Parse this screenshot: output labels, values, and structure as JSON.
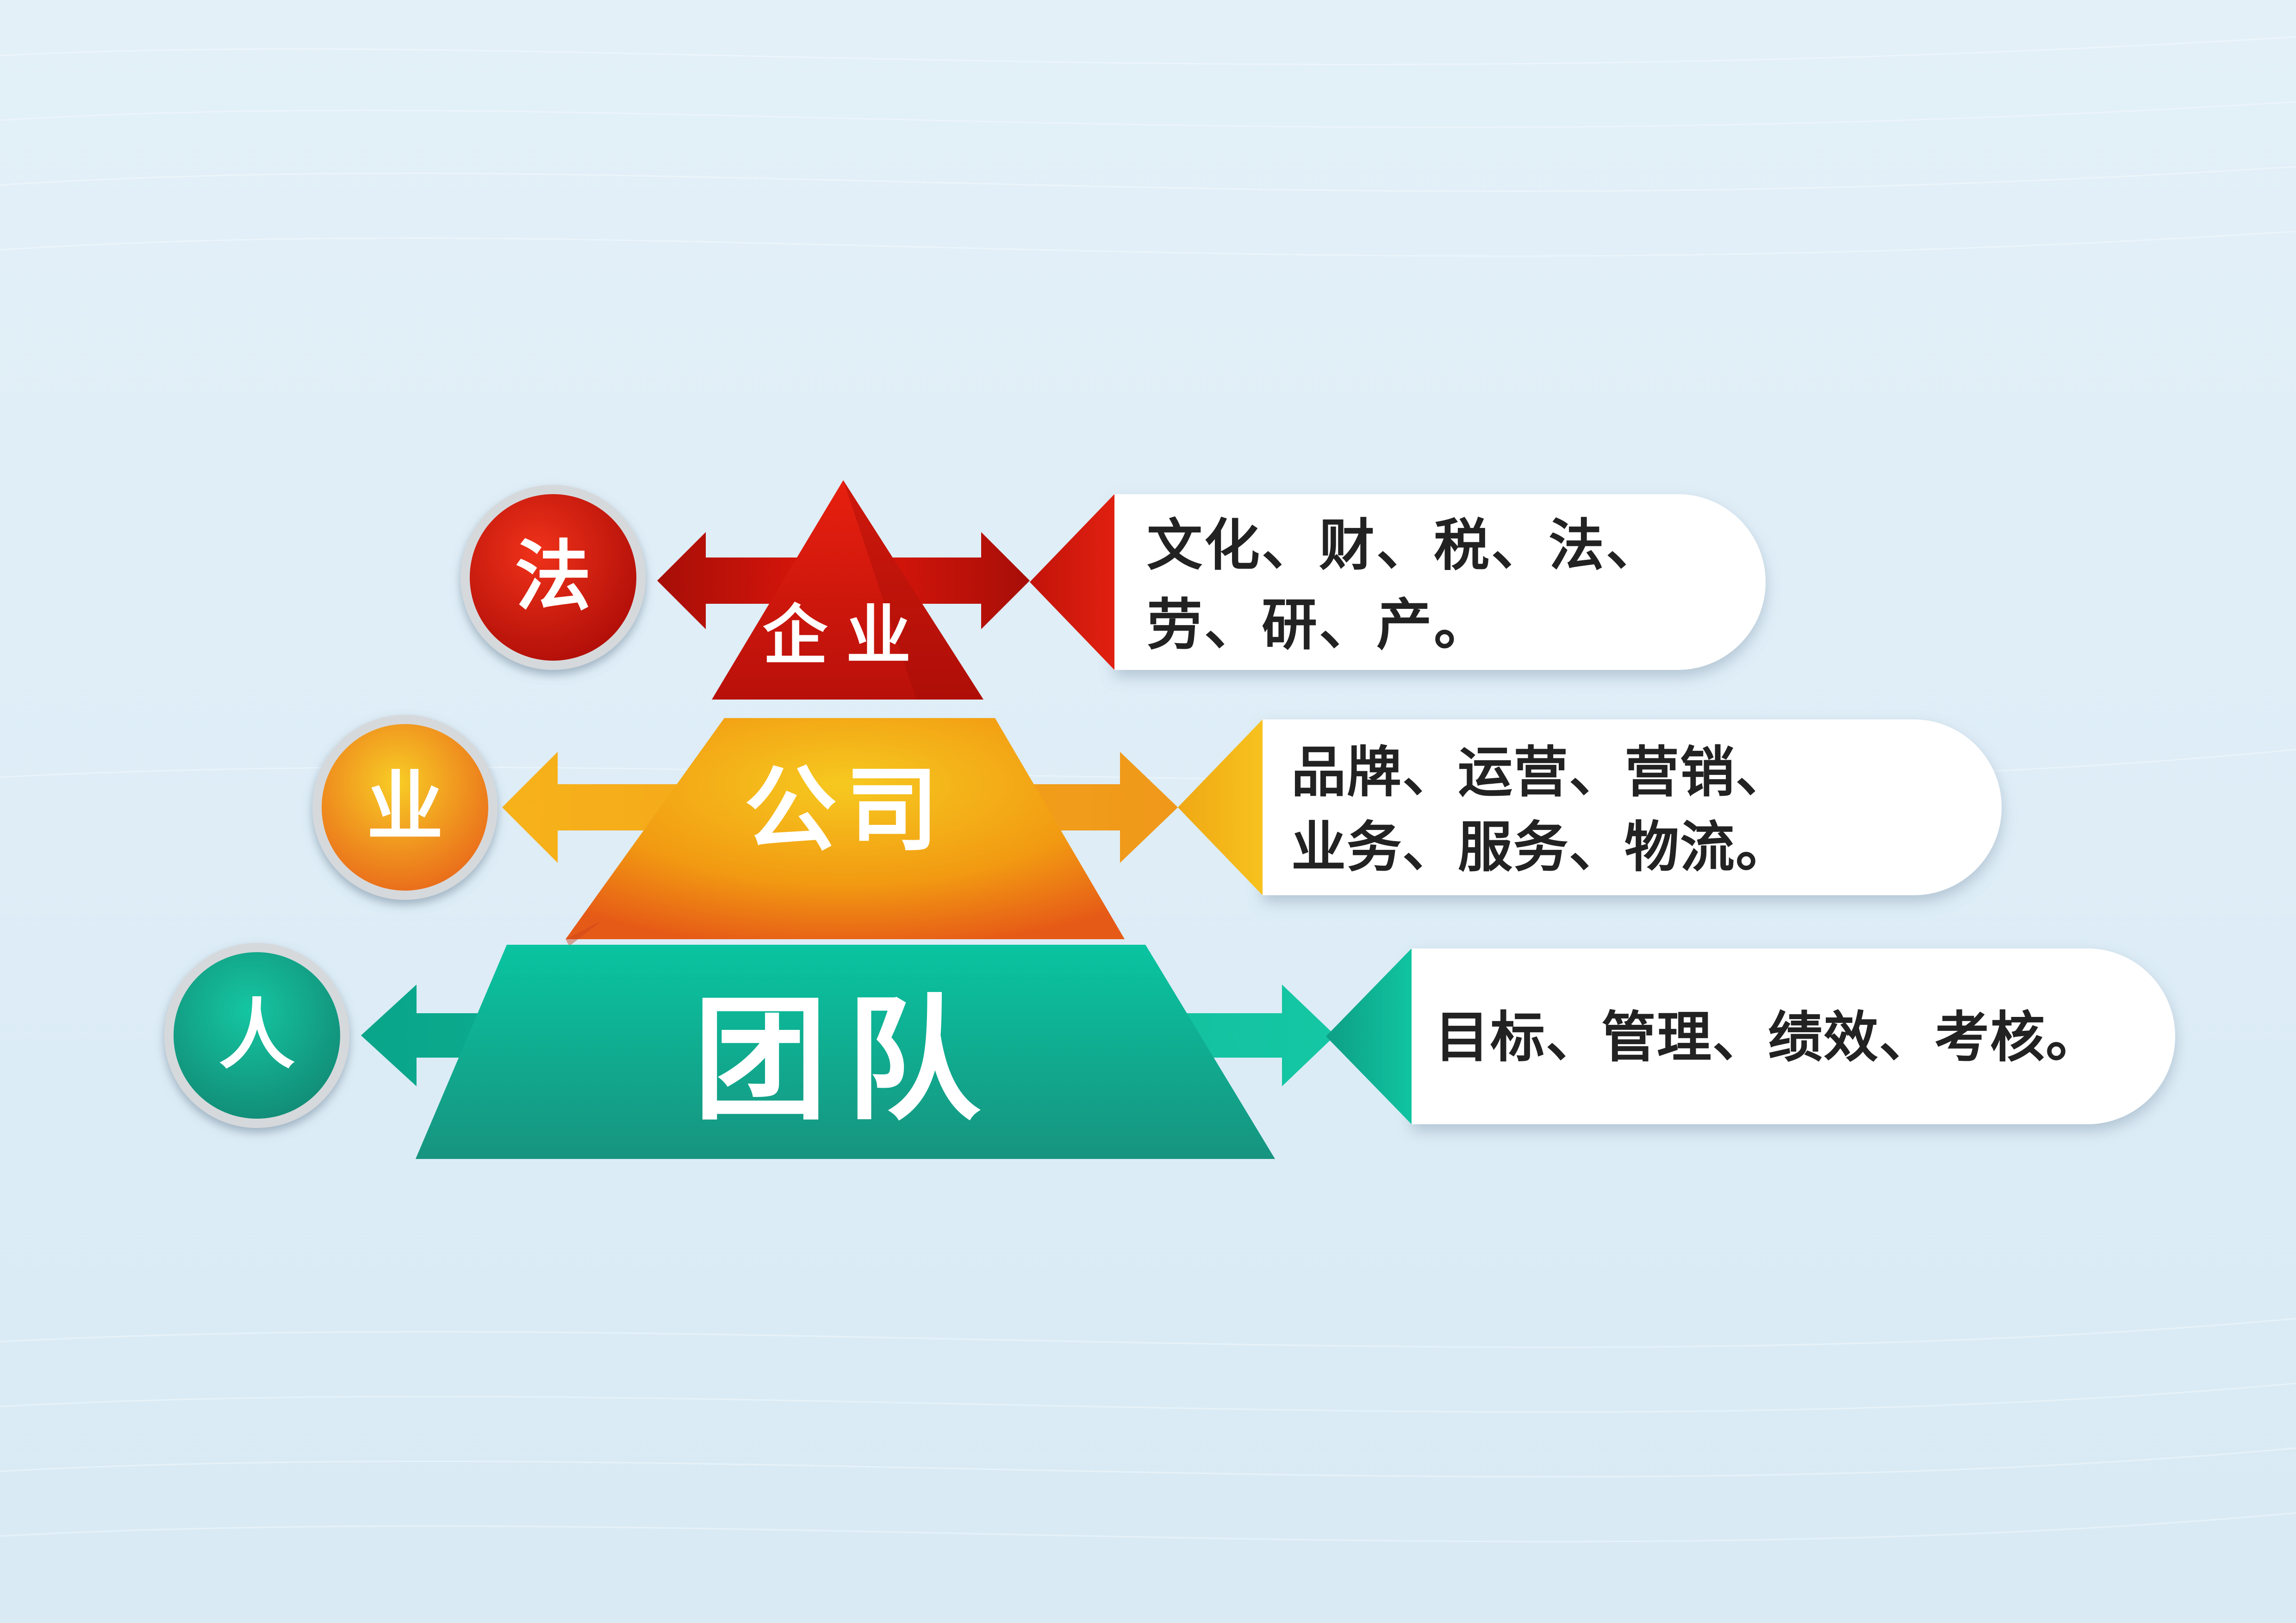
{
  "diagram": {
    "layers": [
      {
        "id": "top",
        "pyramid_label": "企业",
        "circle_label": "法",
        "box_lines": [
          "文化、财、税、法、",
          "劳、研、产。"
        ],
        "colors": {
          "main": "#d8150c",
          "dark": "#9a0d06",
          "light": "#f03a22"
        }
      },
      {
        "id": "middle",
        "pyramid_label": "公司",
        "circle_label": "业",
        "box_lines": [
          "品牌、运营、营销、",
          "业务、服务、物流。"
        ],
        "colors": {
          "main": "#f2a80f",
          "dark": "#e2591a",
          "light": "#f7c928"
        }
      },
      {
        "id": "bottom",
        "pyramid_label": "团队",
        "circle_label": "人",
        "box_lines": [
          "目标、管理、绩效、考核。"
        ],
        "colors": {
          "main": "#0bb898",
          "dark": "#178876",
          "light": "#22d0ad"
        }
      }
    ]
  }
}
